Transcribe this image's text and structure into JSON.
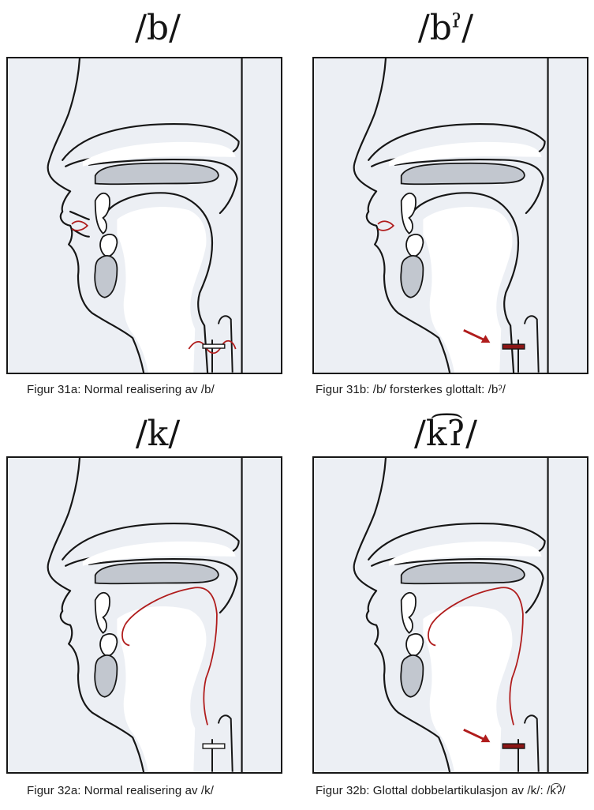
{
  "figures": {
    "f31a": {
      "symbol": "/b/",
      "caption": "Figur 31a: Normal realisering av /b/"
    },
    "f31b": {
      "symbol": "/bˀ/",
      "caption": "Figur 31b: /b/ forsterkes glottalt: /bˀ/"
    },
    "f32a": {
      "symbol": "/k/",
      "caption": "Figur 32a: Normal realisering av /k/"
    },
    "f32b": {
      "symbol": "/k͡ʔ/",
      "caption": "Figur 32b: Glottal dobbelartikulasjon av /k/: /k͡ʔ/"
    }
  },
  "colors": {
    "articulation": "#b01c1c",
    "outline": "#161616",
    "panel_bg": "#eceff4",
    "cavity": "#ffffff",
    "bone": "#c2c7cf"
  }
}
